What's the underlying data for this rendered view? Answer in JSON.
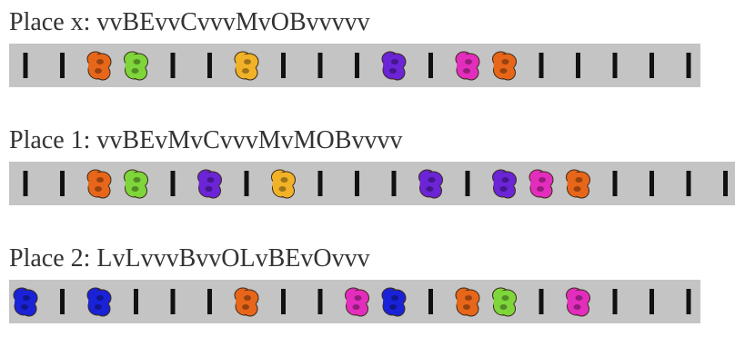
{
  "palette": {
    "B": "#e8661a",
    "E": "#7ed63a",
    "C": "#f2b227",
    "M": "#6b24d6",
    "O": "#e32dbd",
    "L": "#1a22d8",
    "bar": "#111111",
    "strip": "#c4c4c4"
  },
  "places": [
    {
      "title": "Place x: vvBEvvCvvvMvOBvvvvv",
      "sequence": "vvBEvvCvvvMvOBvvvvv"
    },
    {
      "title": "Place 1: vvBEvMvCvvvMvMOBvvvv",
      "sequence": "vvBEvMvCvvvMvMOBvvvv"
    },
    {
      "title": "Place 2: LvLvvvBvvOLvBEvOvvv",
      "sequence": "LvLvvvBvvOLvBEvOvvv"
    }
  ]
}
